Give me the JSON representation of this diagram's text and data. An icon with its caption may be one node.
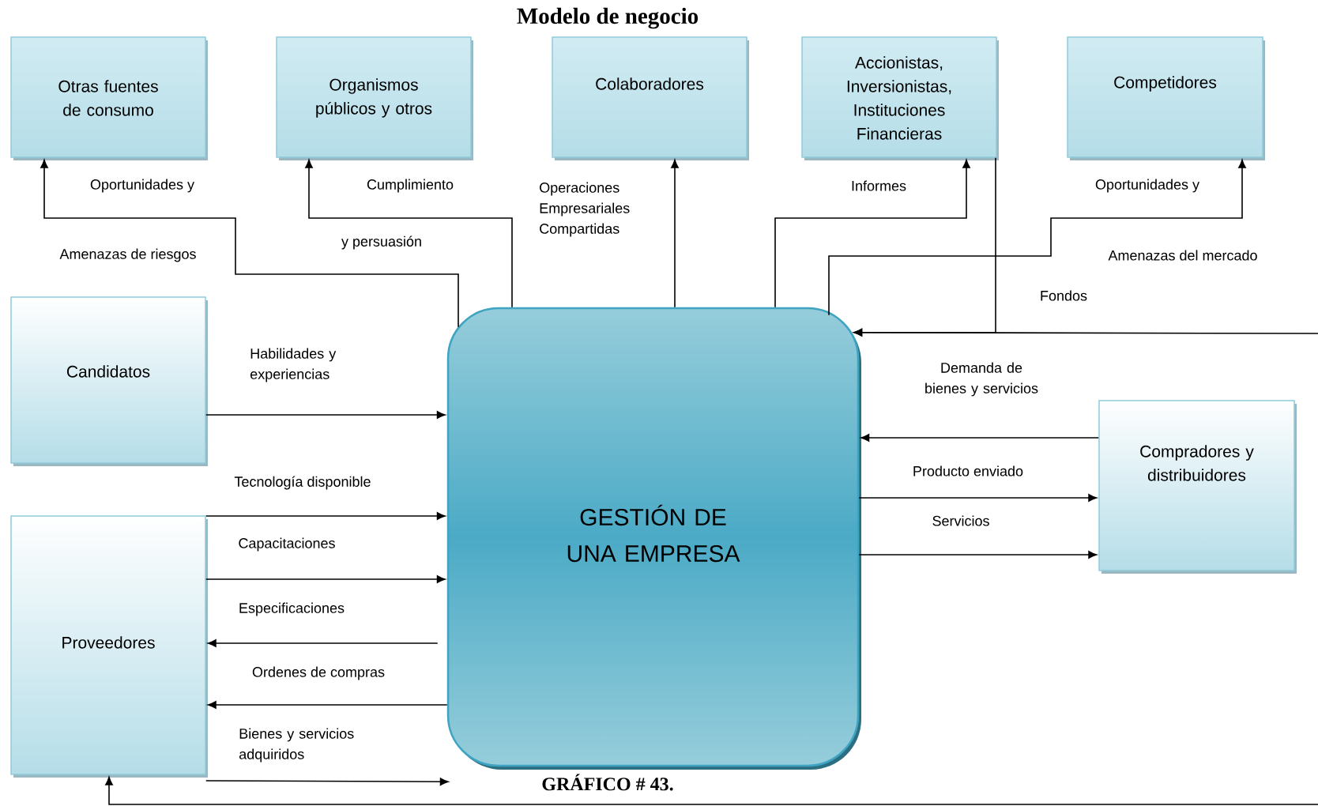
{
  "diagram": {
    "title": "Modelo de negocio",
    "caption": "GRÁFICO # 43.",
    "nodes": [
      {
        "text": [
          "Otras fuentes de consumo"
        ]
      },
      {
        "text": [
          "Organismos públicos y otros"
        ]
      },
      {
        "text": [
          "Colaboradores"
        ]
      },
      {
        "text": [
          "Accionistas, Inversionistas, Instituciones Financieras"
        ]
      },
      {
        "text": [
          "Competidores"
        ]
      },
      {
        "text": [
          "GESTIÓN DE UNA EMPRESA"
        ]
      },
      {
        "text": [
          "Candidatos"
        ]
      },
      {
        "text": [
          "Compradores y distribuidores"
        ]
      },
      {
        "text": [
          "Proveedores"
        ]
      }
    ],
    "edges": [
      {
        "from": 5,
        "to": 0,
        "arrow": "to",
        "label": "Oportunidades  y"
      },
      {
        "from": 5,
        "to": 1,
        "arrow": "to",
        "label": "Cumplimiento"
      },
      {
        "from": 5,
        "to": 2,
        "arrow": "to",
        "label": "Operaciones Empresariales Compartidas"
      },
      {
        "from": 5,
        "to": 3,
        "arrow": "to",
        "label": "Informes"
      },
      {
        "from": 5,
        "to": 4,
        "arrow": "to",
        "label": "Oportunidades y"
      },
      {
        "from": 3,
        "to": 5,
        "arrow": "to",
        "label": "Fondos"
      },
      {
        "from": null,
        "to": 5,
        "arrow": "to"
      },
      {
        "from": 6,
        "to": 5,
        "arrow": "to",
        "label": "Habilidades y experiencias"
      },
      {
        "from": 8,
        "to": 5,
        "arrow": "to",
        "label": "Tecnología disponible"
      },
      {
        "from": 8,
        "to": 5,
        "arrow": "to",
        "label": "Capacitaciones"
      },
      {
        "from": 5,
        "to": 8,
        "arrow": "to",
        "label": "Especificaciones"
      },
      {
        "from": 5,
        "to": 8,
        "arrow": "to",
        "label": "Ordenes de compras"
      },
      {
        "from": 8,
        "to": 5,
        "arrow": "to",
        "label": "Bienes y servicios adquiridos"
      },
      {
        "from": 7,
        "to": 5,
        "arrow": "to",
        "label": "Demanda de bienes y servicios"
      },
      {
        "from": 5,
        "to": 7,
        "arrow": "to",
        "label": "Producto enviado"
      },
      {
        "from": 5,
        "to": 7,
        "arrow": "to",
        "label": "Servicios"
      },
      {
        "from": null,
        "to": 8,
        "arrow": "to"
      }
    ],
    "labels": [
      "Amenazas de riesgos",
      "y persuasión",
      "Amenazas del mercado"
    ]
  }
}
